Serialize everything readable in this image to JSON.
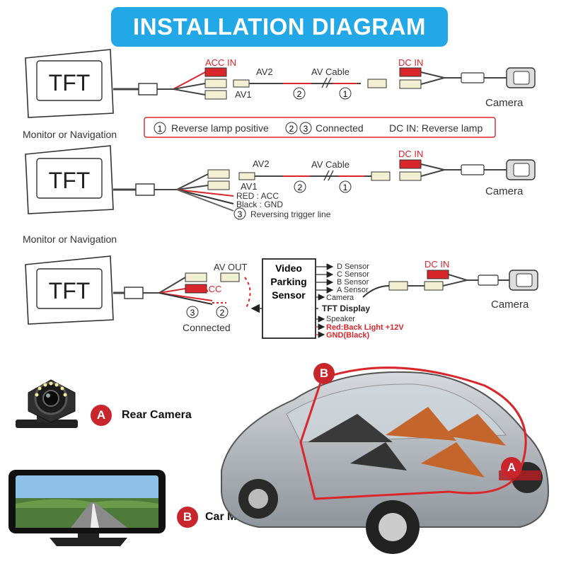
{
  "banner": {
    "title": "INSTALLATION DIAGRAM"
  },
  "common": {
    "tft": "TFT",
    "monitor_label": "Monitor or Navigation",
    "camera_label": "Camera",
    "dc_in": "DC IN",
    "av_cable": "AV Cable",
    "av1": "AV1",
    "av2": "AV2",
    "n1": "1",
    "n2": "2",
    "n3": "3"
  },
  "row1": {
    "acc_in": "ACC IN",
    "legend_1": "Reverse lamp positive",
    "legend_23": "Connected",
    "legend_dc": "DC IN: Reverse lamp"
  },
  "row2": {
    "red_acc": "RED : ACC",
    "black_gnd": "Black : GND",
    "trigger": "Reversing trigger line"
  },
  "row3": {
    "av_out": "AV OUT",
    "acc": "ACC",
    "connected": "Connected",
    "sensor_title_1": "Video",
    "sensor_title_2": "Parking",
    "sensor_title_3": "Sensor",
    "d_sensor": "D  Sensor",
    "c_sensor": "C  Sensor",
    "b_sensor": "B  Sensor",
    "a_sensor": "A  Sensor",
    "camera_port": "Camera",
    "tft_display": "TFT Display",
    "speaker": "Speaker",
    "back_light": "Red:Back Light +12V",
    "gnd_black": "GND(Black)"
  },
  "legend": {
    "a_letter": "A",
    "b_letter": "B",
    "rear_camera": "Rear Camera",
    "car_monitor": "Car Monitor"
  },
  "colors": {
    "banner": "#22a8e6",
    "badge": "#c8262c",
    "wire_red": "#d9262b"
  }
}
